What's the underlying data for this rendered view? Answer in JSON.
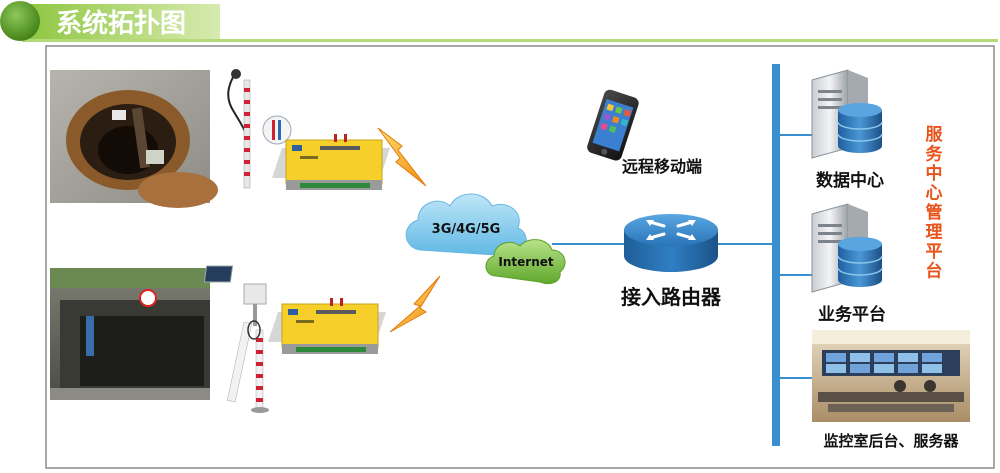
{
  "header": {
    "title": "系统拓扑图",
    "accent_color": "#5a9a1e",
    "bar_color": "#b6d97a"
  },
  "network": {
    "cloud_label": "3G/4G/5G",
    "internet_label": "Internet"
  },
  "nodes": {
    "mobile_label": "远程移动端",
    "router_label": "接入路由器",
    "datacenter_label": "数据中心",
    "business_label": "业务平台",
    "monitor_label": "监控室后台、服务器",
    "platform_label": "服务中心管理平台"
  },
  "colors": {
    "platform_text": "#e8541c",
    "bus": "#3a8fd0",
    "router": "#2f7fc3"
  },
  "icons": [
    "manhole-photo",
    "tunnel-photo",
    "level-sensor-icon",
    "solar-sensor-icon",
    "rtu-device-icon",
    "lightning-icon",
    "cloud-icon",
    "smartphone-icon",
    "router-icon",
    "server-icon",
    "control-room-photo"
  ]
}
